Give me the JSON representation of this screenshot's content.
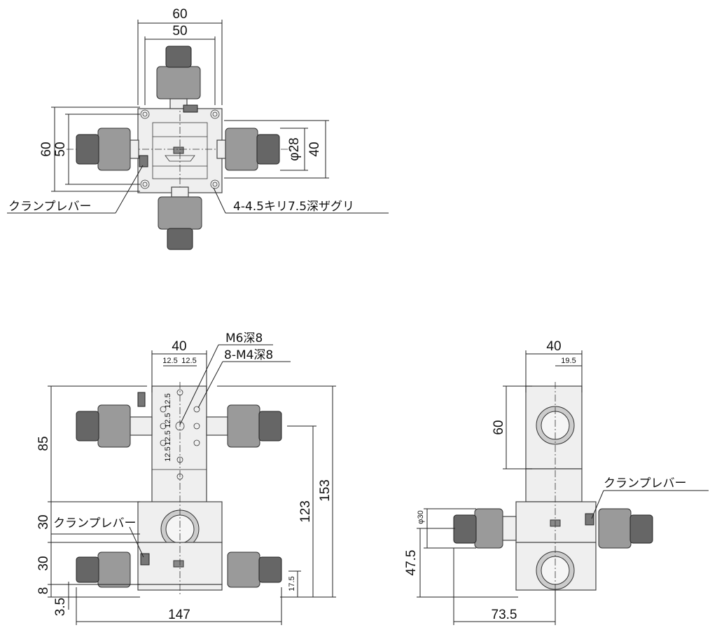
{
  "top_view": {
    "dim_width_outer": "60",
    "dim_width_inner": "50",
    "dim_height_outer": "60",
    "dim_height_inner": "50",
    "dim_knob_dia": "φ28",
    "dim_40": "40",
    "label_clamp": "クランプレバー",
    "label_holes": "4-4.5キリ7.5深ザグリ"
  },
  "front_view": {
    "dim_40": "40",
    "dim_12_5_a": "12.5",
    "dim_12_5_b": "12.5",
    "dim_12_5_v1": "12.5",
    "dim_12_5_v2": "12.5",
    "dim_12_5_v3": "12.5",
    "dim_12_5_v4": "12.5",
    "label_m6": "M6深8",
    "label_m4": "8-M4深8",
    "dim_85": "85",
    "dim_123": "123",
    "dim_153": "153",
    "dim_30_upper": "30",
    "dim_30_lower": "30",
    "dim_8": "8",
    "dim_3_5": "3.5",
    "dim_17_5": "17.5",
    "dim_147": "147",
    "label_clamp": "クランプレバー"
  },
  "side_view": {
    "dim_40": "40",
    "dim_19_5": "19.5",
    "dim_60": "60",
    "label_clamp": "クランプレバー",
    "dim_phi30": "φ30",
    "dim_47_5": "47.5",
    "dim_73_5": "73.5"
  }
}
